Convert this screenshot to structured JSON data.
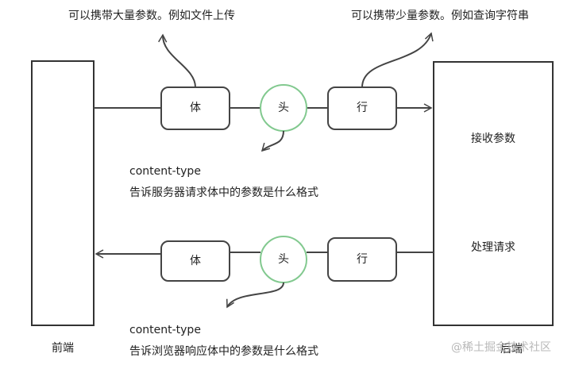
{
  "frontend": {
    "label": "前端"
  },
  "backend": {
    "label": "后端",
    "receive_params": "接收参数",
    "process_request": "处理请求"
  },
  "request": {
    "body": "体",
    "head": "头",
    "line": "行",
    "body_note": "可以携带大量参数。例如文件上传",
    "line_note": "可以携带少量参数。例如查询字符串",
    "head_note_title": "content-type",
    "head_note_desc": "告诉服务器请求体中的参数是什么格式"
  },
  "response": {
    "body": "体",
    "head": "头",
    "line": "行",
    "head_note_title": "content-type",
    "head_note_desc": "告诉浏览器响应体中的参数是什么格式"
  },
  "watermark": "@稀土掘金技术社区",
  "colors": {
    "stroke": "#333333",
    "head_circle": "#82c98f",
    "text": "#222222",
    "watermark": "#b8b8b8"
  }
}
